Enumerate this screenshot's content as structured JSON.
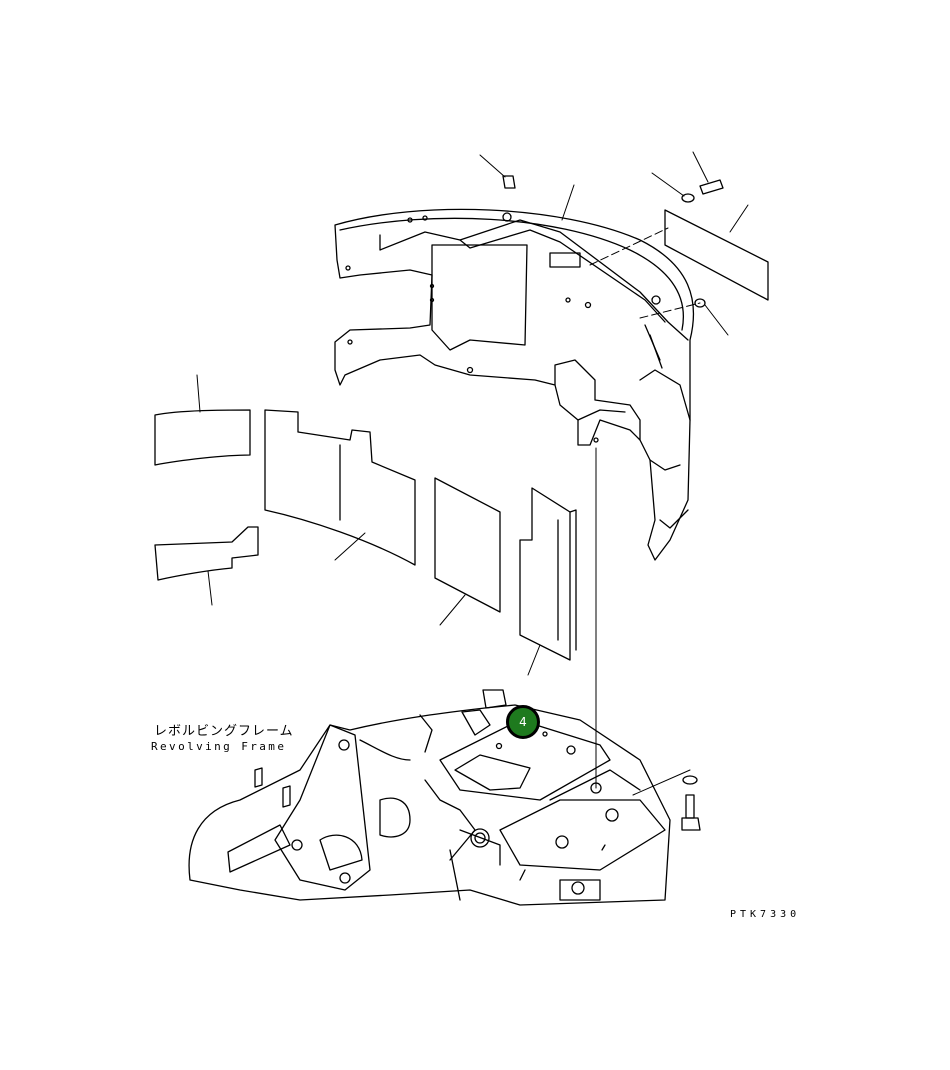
{
  "labels": {
    "frame_jp": "レボルビングフレーム",
    "frame_en": "Revolving Frame",
    "drawing_id": "PTK7330"
  },
  "callouts": [
    {
      "number": "4",
      "color": "#1e7a1e"
    }
  ],
  "colors": {
    "line": "#000000",
    "background": "#ffffff"
  }
}
